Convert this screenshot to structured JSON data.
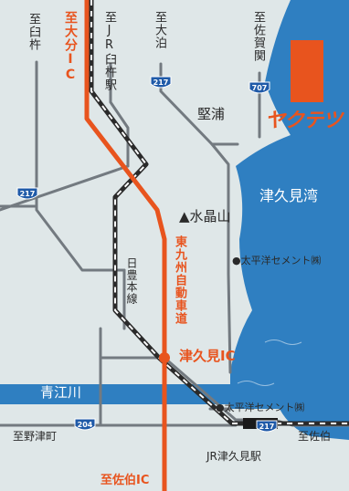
{
  "destinations": {
    "usuki": "至臼杵",
    "oita_ic": "至大分IC",
    "jr_usuki": "至JR臼杵駅",
    "oodomari": "至大泊",
    "saganoseki": "至佐賀関",
    "tsukumi_town": "至野津町",
    "saiki": "至佐伯",
    "saiki_ic": "至佐伯IC"
  },
  "places": {
    "katahama": "堅浦",
    "bay": "津久見湾",
    "mountain": "▲水晶山",
    "cement_1": "●太平洋セメント㈱",
    "cement_2": "●太平洋セメント㈱",
    "river": "青江川",
    "station": "JR津久見駅"
  },
  "lines": {
    "expressway": "東九州自動車道",
    "railway": "日豊本線",
    "ic": "津久見IC"
  },
  "routes": {
    "r217_a": "217",
    "r217_b": "217",
    "r217_c": "217",
    "r707": "707",
    "r204": "204"
  },
  "brand": {
    "name": "ヤクテツ",
    "color": "#e8541e"
  },
  "colors": {
    "land": "#dfe7e8",
    "sea": "#2f7fc1",
    "road": "#737a80",
    "expressway": "#e8541e",
    "route_shield": "#1f5aa8"
  }
}
